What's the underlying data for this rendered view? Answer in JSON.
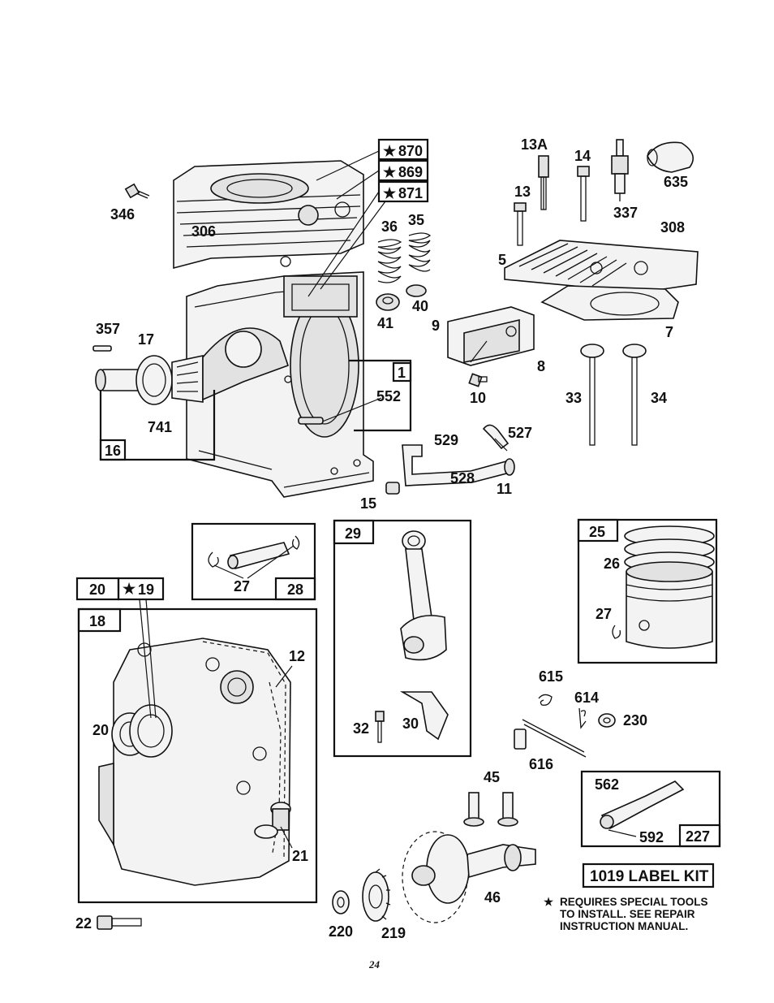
{
  "labels": {
    "l870": "870",
    "l869": "869",
    "l871": "871",
    "l13A": "13A",
    "l14": "14",
    "l13": "13",
    "l337": "337",
    "l635": "635",
    "l346": "346",
    "l306": "306",
    "l36": "36",
    "l35": "35",
    "l308": "308",
    "l5": "5",
    "l41": "41",
    "l40": "40",
    "l9": "9",
    "l7": "7",
    "l357": "357",
    "l17": "17",
    "l8": "8",
    "l1": "1",
    "l552": "552",
    "l10": "10",
    "l33": "33",
    "l34": "34",
    "l741": "741",
    "l529": "529",
    "l527": "527",
    "l16": "16",
    "l528": "528",
    "l11": "11",
    "l15": "15",
    "l29": "29",
    "l25": "25",
    "l26": "26",
    "l20": "20",
    "l19": "19",
    "l27a": "27",
    "l28": "28",
    "l27b": "27",
    "l18": "18",
    "l12": "12",
    "l615": "615",
    "l614": "614",
    "l230": "230",
    "l20b": "20",
    "l32": "32",
    "l30": "30",
    "l616": "616",
    "l45": "45",
    "l562": "562",
    "l592": "592",
    "l227": "227",
    "l21": "21",
    "l46": "46",
    "l22": "22",
    "l220": "220",
    "l219": "219"
  },
  "label_kit": "1019 LABEL KIT",
  "star": "★",
  "footnote": {
    "line1": "REQUIRES SPECIAL TOOLS",
    "line2": "TO INSTALL.  SEE REPAIR",
    "line3": "INSTRUCTION MANUAL."
  },
  "page_number": "24"
}
